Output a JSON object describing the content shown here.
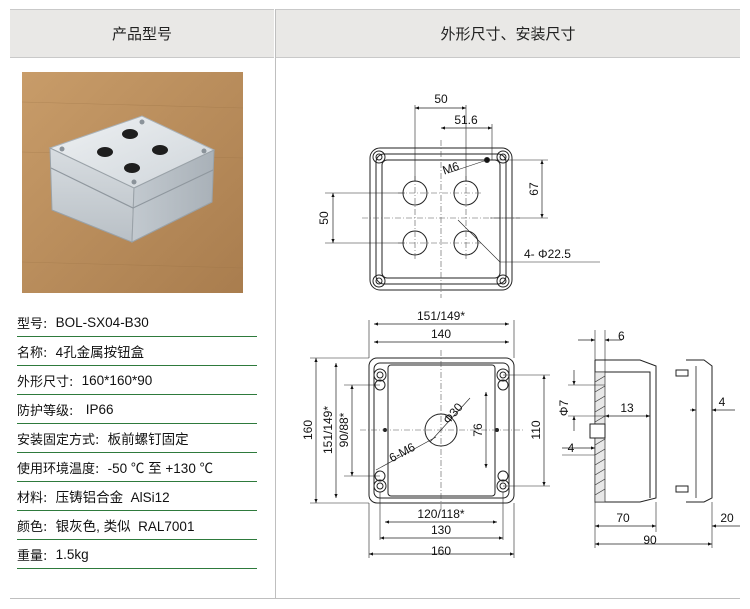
{
  "header": {
    "left_title": "产品型号",
    "right_title": "外形尺寸、安装尺寸"
  },
  "specs": [
    {
      "label": "型号:  ",
      "value": "BOL-SX04-B30"
    },
    {
      "label": "名称:  ",
      "value": "4孔金属按钮盒"
    },
    {
      "label": "外形尺寸:  ",
      "value": "160*160*90"
    },
    {
      "label": "防护等级:   ",
      "value": "IP66"
    },
    {
      "label": "安装固定方式:  ",
      "value": "板前螺钉固定"
    },
    {
      "label": "使用环境温度:  ",
      "value": "-50 ℃ 至 +130 ℃"
    },
    {
      "label": "材料:  ",
      "value": "压铸铝合金  AlSi12"
    },
    {
      "label": "颜色:  ",
      "value": "银灰色, 类似  RAL7001"
    },
    {
      "label": "重量:  ",
      "value": "1.5kg"
    }
  ],
  "top_view": {
    "dim_50_top": "50",
    "dim_51_6": "51.6",
    "dim_50_left": "50",
    "dim_67": "67",
    "label_m6": "M6",
    "label_hole": "4- Φ22.5"
  },
  "bottom_view": {
    "dim_151_149_top": "151/149*",
    "dim_140": "140",
    "dim_120_118": "120/118*",
    "dim_130": "130",
    "dim_160_bottom": "160",
    "dim_160_left": "160",
    "dim_151_149_left": "151/149*",
    "dim_90_88": "90/88*",
    "dim_110": "110",
    "dim_76": "76",
    "label_phi30": "Φ30",
    "label_6m6": "6-M6"
  },
  "side_view": {
    "dim_6": "6",
    "dim_phi7": "Φ7",
    "dim_13": "13",
    "dim_4_left": "4",
    "dim_70": "70",
    "dim_90": "90",
    "dim_4_right": "4",
    "dim_20": "20"
  },
  "colors": {
    "header_bg": "#e9e8e6",
    "spec_underline": "#2e7a3c",
    "photo_bg": "#b98d5c",
    "box_color": "#dde2e6"
  }
}
